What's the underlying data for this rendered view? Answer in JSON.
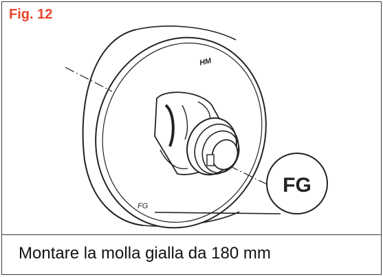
{
  "figure": {
    "label": "Fig. 12",
    "accent_color": "#e8432a"
  },
  "illustration": {
    "mark_top": "HM",
    "mark_bottom": "FG",
    "callout": "FG",
    "icon": "spring-cage-assembly-drawing"
  },
  "caption": {
    "text": "Montare la molla gialla da 180 mm"
  }
}
